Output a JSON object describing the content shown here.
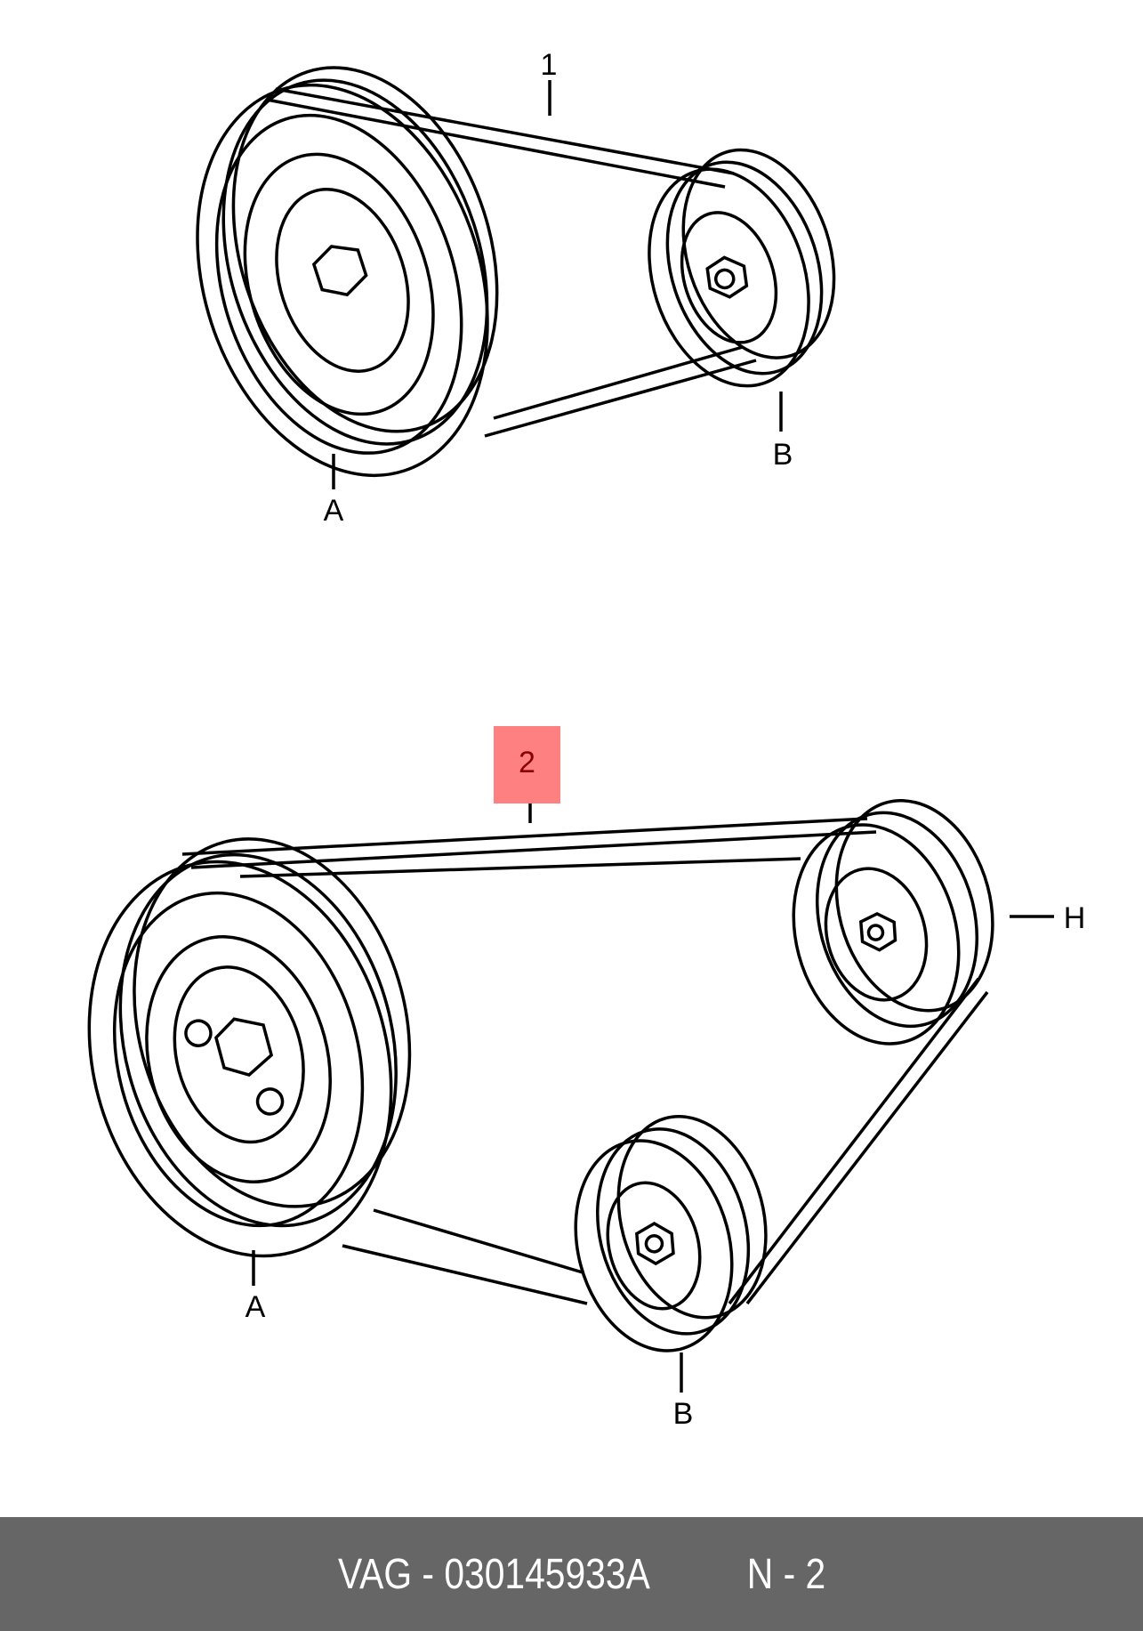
{
  "diagram": {
    "top": {
      "callout": "1",
      "labels": [
        "A",
        "B"
      ]
    },
    "bottom": {
      "callout": "2",
      "labels": [
        "A",
        "B",
        "H"
      ]
    },
    "highlight_color": "#ff8080"
  },
  "footer": {
    "part_number": "VAG - 030145933A",
    "position": "N - 2"
  }
}
